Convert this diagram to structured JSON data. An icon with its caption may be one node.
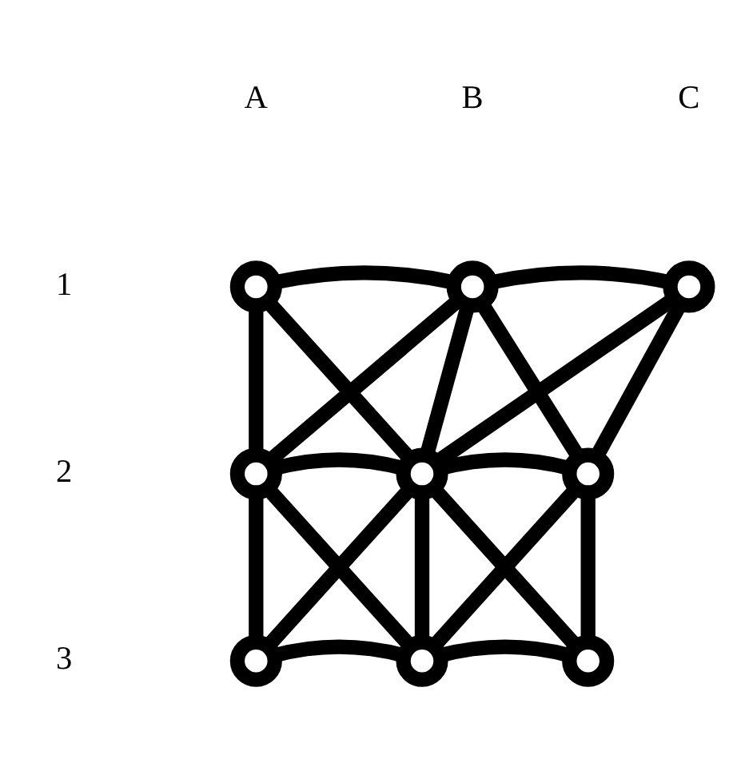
{
  "diagram": {
    "nodes": [
      {
        "text": [],
        "shape": "circle"
      },
      {
        "text": [],
        "shape": "circle"
      },
      {
        "text": [],
        "shape": "circle"
      },
      {
        "text": [],
        "shape": "circle"
      },
      {
        "text": [],
        "shape": "circle"
      },
      {
        "text": [],
        "shape": "circle"
      },
      {
        "text": [],
        "shape": "circle"
      },
      {
        "text": [],
        "shape": "circle"
      },
      {
        "text": [],
        "shape": "circle"
      }
    ],
    "edges": [
      {
        "from": 0,
        "to": 1,
        "arrow": "none"
      },
      {
        "from": 1,
        "to": 2,
        "arrow": "none"
      },
      {
        "from": 0,
        "to": 3,
        "arrow": "none"
      },
      {
        "from": 1,
        "to": 4,
        "arrow": "none"
      },
      {
        "from": 2,
        "to": 5,
        "arrow": "none"
      },
      {
        "from": 0,
        "to": 4,
        "arrow": "none"
      },
      {
        "from": 1,
        "to": 3,
        "arrow": "none"
      },
      {
        "from": 1,
        "to": 5,
        "arrow": "none"
      },
      {
        "from": 2,
        "to": 4,
        "arrow": "none"
      },
      {
        "from": 3,
        "to": 4,
        "arrow": "none"
      },
      {
        "from": 4,
        "to": 5,
        "arrow": "none"
      },
      {
        "from": 3,
        "to": 6,
        "arrow": "none"
      },
      {
        "from": 4,
        "to": 7,
        "arrow": "none"
      },
      {
        "from": 5,
        "to": 8,
        "arrow": "none"
      },
      {
        "from": 3,
        "to": 7,
        "arrow": "none"
      },
      {
        "from": 4,
        "to": 6,
        "arrow": "none"
      },
      {
        "from": 4,
        "to": 8,
        "arrow": "none"
      },
      {
        "from": 5,
        "to": 7,
        "arrow": "none"
      },
      {
        "from": 6,
        "to": 7,
        "arrow": "none"
      },
      {
        "from": 7,
        "to": 8,
        "arrow": "none"
      }
    ],
    "labels": [
      "A",
      "B",
      "C",
      "1",
      "2",
      "3"
    ]
  }
}
